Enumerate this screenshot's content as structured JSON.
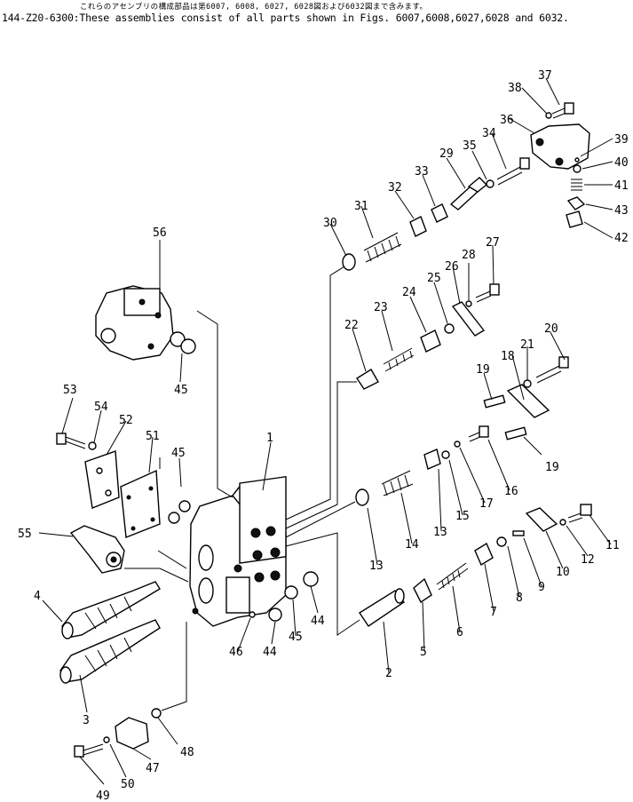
{
  "header": {
    "japanese_note": "これらのアセンブリの構成部品は第6007, 6008, 6027, 6028図および6032図まで含みます。",
    "english_note": "144-Z20-6300:These assemblies consist of all parts shown in Figs. 6007,6008,6027,6028 and 6032."
  },
  "callouts": {
    "c1": "1",
    "c2": "2",
    "c3": "3",
    "c4": "4",
    "c5": "5",
    "c6": "6",
    "c7": "7",
    "c8": "8",
    "c9": "9",
    "c10": "10",
    "c11": "11",
    "c12": "12",
    "c13a": "13",
    "c13b": "13",
    "c14": "14",
    "c15": "15",
    "c16": "16",
    "c17": "17",
    "c18": "18",
    "c19a": "19",
    "c19b": "19",
    "c20": "20",
    "c21": "21",
    "c22": "22",
    "c23": "23",
    "c24": "24",
    "c25": "25",
    "c26": "26",
    "c27": "27",
    "c28": "28",
    "c29": "29",
    "c30": "30",
    "c31": "31",
    "c32": "32",
    "c33": "33",
    "c34": "34",
    "c35": "35",
    "c36": "36",
    "c37": "37",
    "c38": "38",
    "c39": "39",
    "c40": "40",
    "c41": "41",
    "c42": "42",
    "c43": "43",
    "c44a": "44",
    "c44b": "44",
    "c45a": "45",
    "c45b": "45",
    "c45c": "45",
    "c46": "46",
    "c47": "47",
    "c48": "48",
    "c49": "49",
    "c50": "50",
    "c51": "51",
    "c52": "52",
    "c53": "53",
    "c54": "54",
    "c55": "55",
    "c56": "56"
  }
}
